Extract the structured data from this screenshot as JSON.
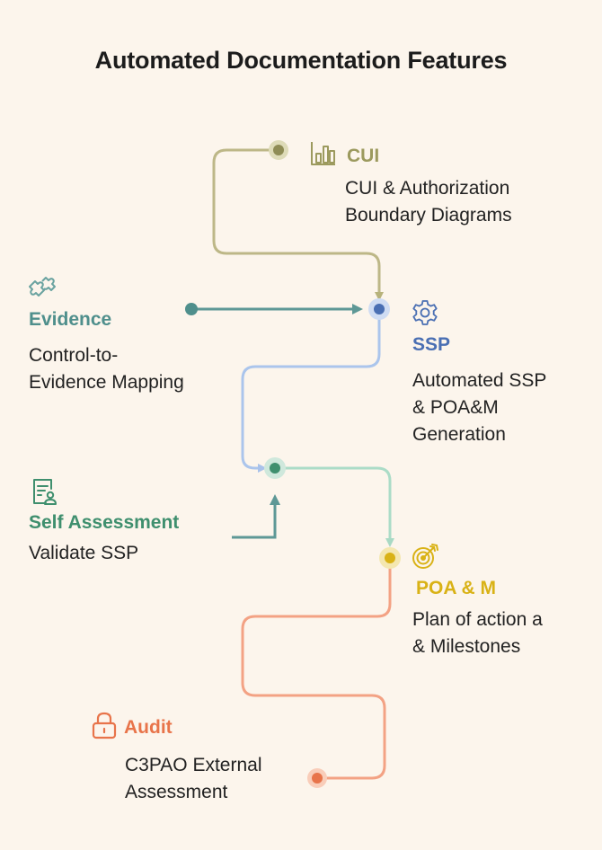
{
  "title": "Automated Documentation Features",
  "colors": {
    "background": "#fcf5ec",
    "cui": "#9c9a5e",
    "ssp": "#4a6fb3",
    "evidence": "#4f8f8c",
    "self_assessment": "#3f8f6e",
    "poam": "#d9b216",
    "audit": "#e8744a"
  },
  "nodes": {
    "cui": {
      "label": "CUI",
      "icon": "bar-chart-icon",
      "description": [
        "CUI & Authorization",
        "Boundary Diagrams"
      ]
    },
    "evidence": {
      "label": "Evidence",
      "icon": "puzzle-icon",
      "description": [
        "Control-to-",
        "Evidence Mapping"
      ]
    },
    "ssp": {
      "label": "SSP",
      "icon": "gear-icon",
      "description": [
        "Automated SSP",
        "& POA&M",
        "Generation"
      ]
    },
    "self_assessment": {
      "label": "Self Assessment",
      "icon": "document-user-icon",
      "description": [
        "Validate SSP"
      ]
    },
    "poam": {
      "label": "POA & M",
      "icon": "target-icon",
      "description": [
        "Plan of action a",
        "& Milestones"
      ]
    },
    "audit": {
      "label": "Audit",
      "icon": "lock-icon",
      "description": [
        "C3PAO External",
        "Assessment"
      ]
    }
  }
}
